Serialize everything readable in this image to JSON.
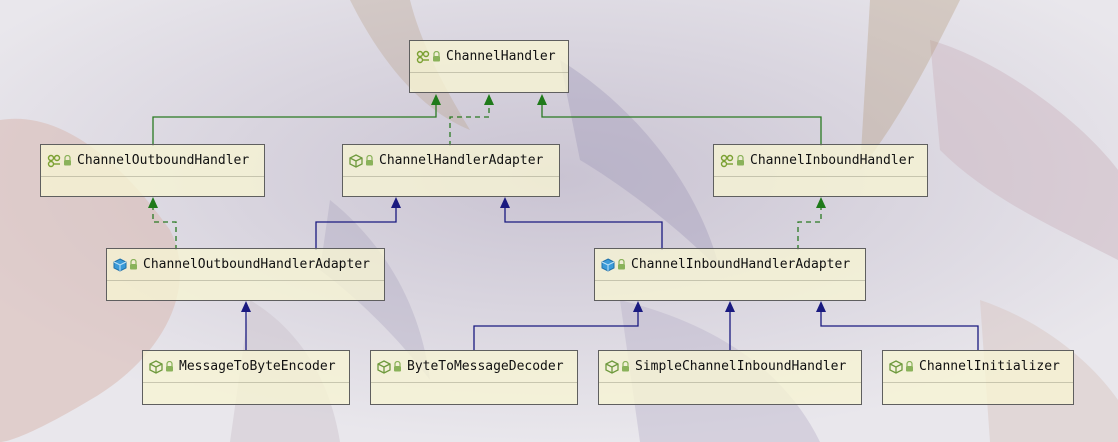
{
  "diagram": {
    "nodes": [
      {
        "id": "channel-handler",
        "label": "ChannelHandler",
        "kind": "interface"
      },
      {
        "id": "channel-outbound-handler",
        "label": "ChannelOutboundHandler",
        "kind": "interface"
      },
      {
        "id": "channel-handler-adapter",
        "label": "ChannelHandlerAdapter",
        "kind": "abstract-class"
      },
      {
        "id": "channel-inbound-handler",
        "label": "ChannelInboundHandler",
        "kind": "interface"
      },
      {
        "id": "channel-outbound-handler-adapter",
        "label": "ChannelOutboundHandlerAdapter",
        "kind": "class"
      },
      {
        "id": "channel-inbound-handler-adapter",
        "label": "ChannelInboundHandlerAdapter",
        "kind": "class"
      },
      {
        "id": "message-to-byte-encoder",
        "label": "MessageToByteEncoder",
        "kind": "abstract-class"
      },
      {
        "id": "byte-to-message-decoder",
        "label": "ByteToMessageDecoder",
        "kind": "abstract-class"
      },
      {
        "id": "simple-channel-inbound-handler",
        "label": "SimpleChannelInboundHandler",
        "kind": "abstract-class"
      },
      {
        "id": "channel-initializer",
        "label": "ChannelInitializer",
        "kind": "abstract-class"
      }
    ],
    "edges": [
      {
        "from": "channel-outbound-handler",
        "to": "channel-handler",
        "type": "extends-interface"
      },
      {
        "from": "channel-handler-adapter",
        "to": "channel-handler",
        "type": "implements"
      },
      {
        "from": "channel-inbound-handler",
        "to": "channel-handler",
        "type": "extends-interface"
      },
      {
        "from": "channel-outbound-handler-adapter",
        "to": "channel-outbound-handler",
        "type": "implements"
      },
      {
        "from": "channel-outbound-handler-adapter",
        "to": "channel-handler-adapter",
        "type": "extends-class"
      },
      {
        "from": "channel-inbound-handler-adapter",
        "to": "channel-handler-adapter",
        "type": "extends-class"
      },
      {
        "from": "channel-inbound-handler-adapter",
        "to": "channel-inbound-handler",
        "type": "implements"
      },
      {
        "from": "message-to-byte-encoder",
        "to": "channel-outbound-handler-adapter",
        "type": "extends-class"
      },
      {
        "from": "byte-to-message-decoder",
        "to": "channel-inbound-handler-adapter",
        "type": "extends-class"
      },
      {
        "from": "simple-channel-inbound-handler",
        "to": "channel-inbound-handler-adapter",
        "type": "extends-class"
      },
      {
        "from": "channel-initializer",
        "to": "channel-inbound-handler-adapter",
        "type": "extends-class"
      }
    ]
  },
  "colors": {
    "interface_arrow": "#2a7a22",
    "class_arrow": "#1a1a80",
    "node_fill": "#f7f5d4",
    "node_border": "#5f5f5f",
    "interface_icon": "#7aa031",
    "abstract_icon": "#6f9a3e",
    "class_icon": "#3a9ad8",
    "lock_icon": "#8ab25a"
  }
}
